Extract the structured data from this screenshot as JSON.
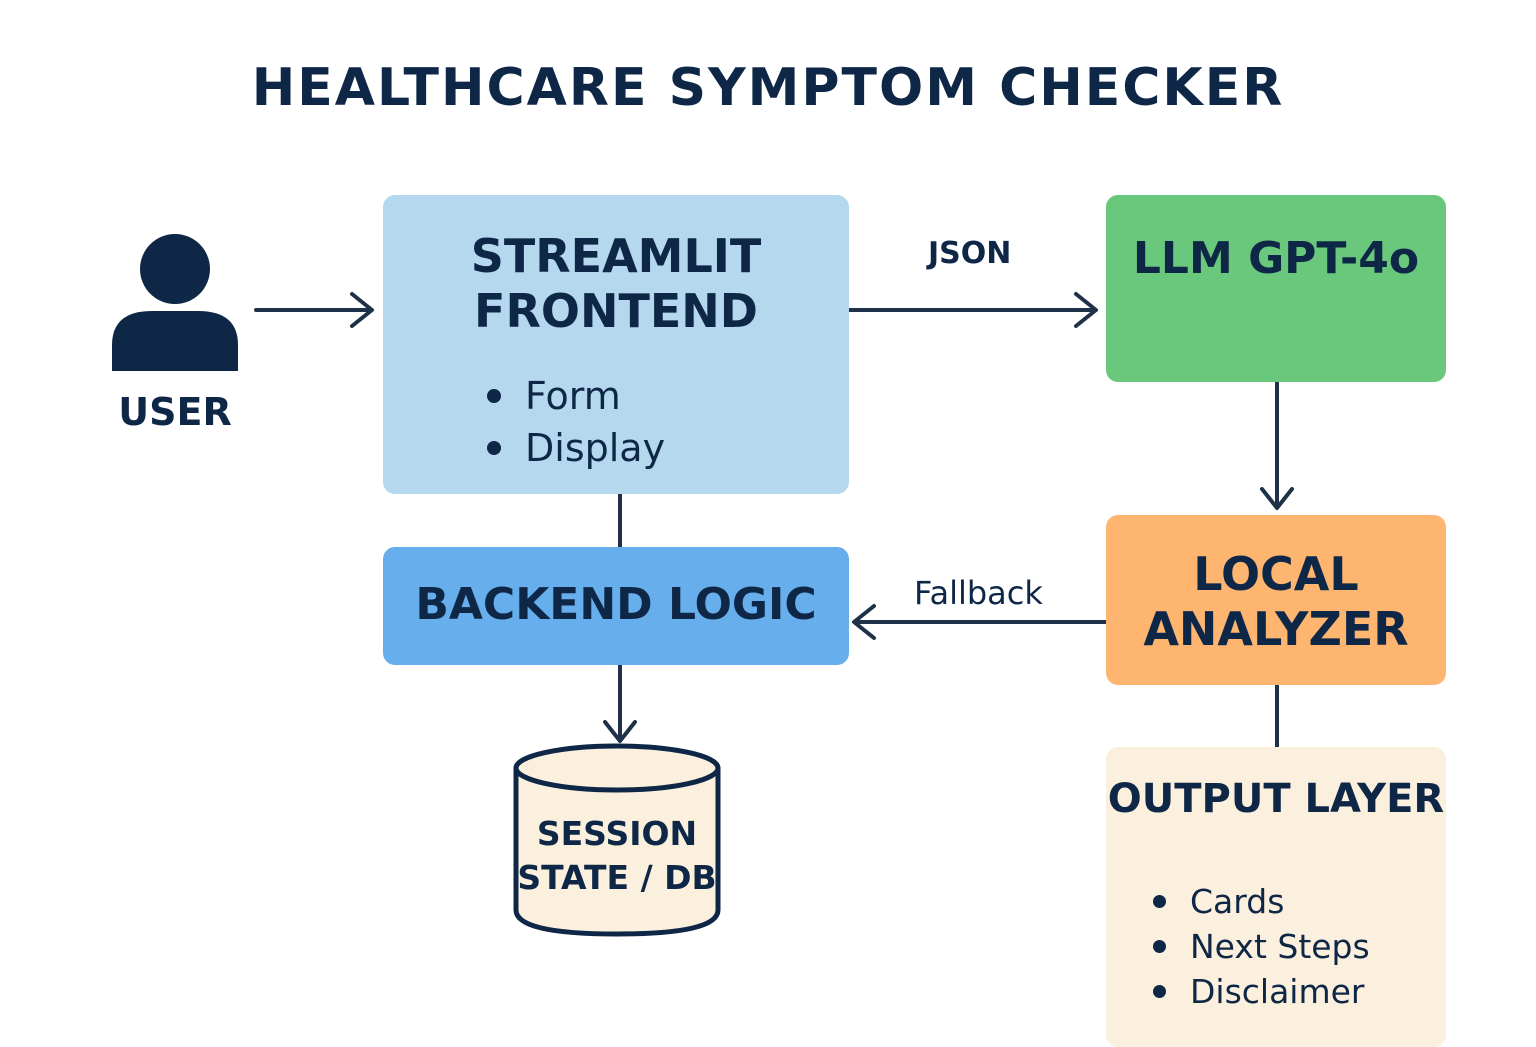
{
  "title": "HEALTHCARE SYMPTOM CHECKER",
  "user": {
    "label": "USER",
    "icon": "user-icon"
  },
  "frontend": {
    "title": "STREAMLIT FRONTEND",
    "items": [
      "Form",
      "Display"
    ],
    "color": "#b5d8ef"
  },
  "llm": {
    "title": "LLM GPT-4o",
    "color": "#69c87b"
  },
  "backend": {
    "title": "BACKEND LOGIC",
    "color": "#67aeec"
  },
  "analyzer": {
    "title": "LOCAL ANALYZER",
    "color": "#fdb570"
  },
  "output": {
    "title": "OUTPUT LAYER",
    "items": [
      "Cards",
      "Next Steps",
      "Disclaimer"
    ],
    "color": "#fbf0dd"
  },
  "database": {
    "title": "SESSION STATE / DB",
    "icon": "database-icon"
  },
  "edges": {
    "frontend_to_llm": "JSON",
    "analyzer_to_backend": "Fallback"
  },
  "colors": {
    "ink": "#0f2747"
  }
}
